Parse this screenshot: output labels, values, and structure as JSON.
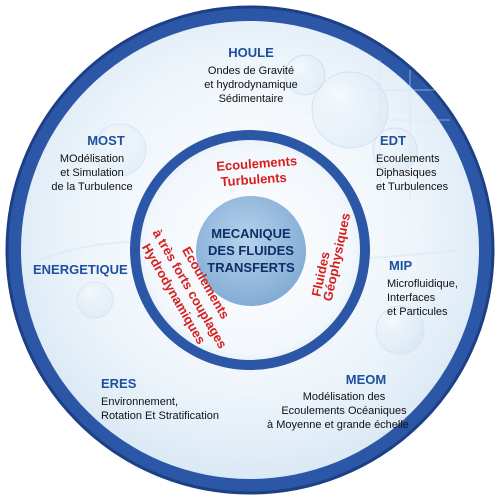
{
  "center": {
    "lines": [
      "MECANIQUE",
      "DES FLUIDES",
      "TRANSFERTS"
    ]
  },
  "inner_themes": {
    "top": [
      "Ecoulements",
      "Turbulents"
    ],
    "right": [
      "Fluides",
      "Géophysiques"
    ],
    "left": [
      "Ecoulements",
      "à très forts couplages",
      "Hydrodynamiques"
    ]
  },
  "teams": [
    {
      "acronym": "HOULE",
      "desc": [
        "Ondes de Gravité",
        "et hydrodynamique",
        "Sédimentaire"
      ]
    },
    {
      "acronym": "EDT",
      "desc": [
        "Ecoulements",
        "Diphasiques",
        "et Turbulences"
      ]
    },
    {
      "acronym": "MIP",
      "desc": [
        "Microfluidique,",
        "Interfaces",
        "et Particules"
      ]
    },
    {
      "acronym": "MEOM",
      "desc": [
        "Modélisation des",
        "Ecoulements Océaniques",
        "à Moyenne et grande échelle"
      ]
    },
    {
      "acronym": "ERES",
      "desc": [
        "Environnement,",
        "Rotation Et Stratification"
      ]
    },
    {
      "acronym": "ENERGETIQUE",
      "desc": []
    },
    {
      "acronym": "MOST",
      "desc": [
        "MOdélisation",
        "et Simulation",
        "de la Turbulence"
      ]
    }
  ],
  "colors": {
    "ring": "#2c57a7",
    "ring_dark": "#1d3f86",
    "acronym": "#1f4fa0",
    "theme_red": "#d62020",
    "center_fill": "#8fb6dc",
    "center_text": "#0d2f66",
    "background_light": "#eef5fb"
  }
}
